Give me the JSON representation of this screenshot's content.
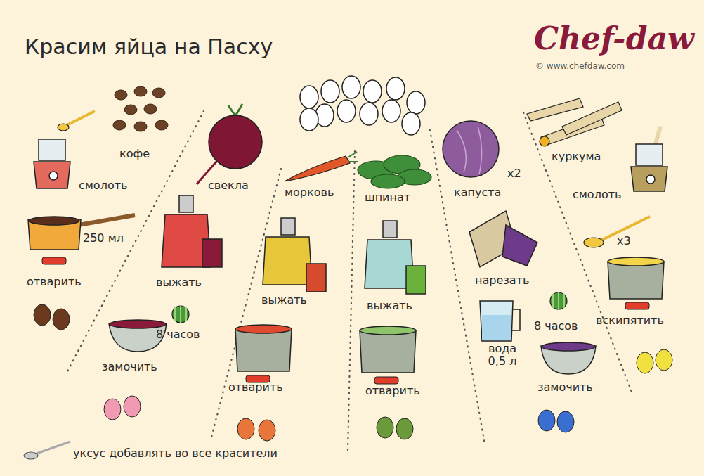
{
  "diagram": {
    "title": "Красим яйца на Пасху",
    "labels": [
      "Chef-daw",
      "© www.chefdaw.com",
      "кофе",
      "смолоть",
      "250 мл",
      "отварить",
      "свекла",
      "выжать",
      "8 часов",
      "замочить",
      "морковь",
      "выжать",
      "отварить",
      "шпинат",
      "выжать",
      "отварить",
      "капуста",
      "x2",
      "нарезать",
      "вода 0,5 л",
      "8 часов",
      "замочить",
      "куркума",
      "смолоть",
      "x3",
      "вскипятить",
      "уксус добавлять во все красители"
    ]
  }
}
